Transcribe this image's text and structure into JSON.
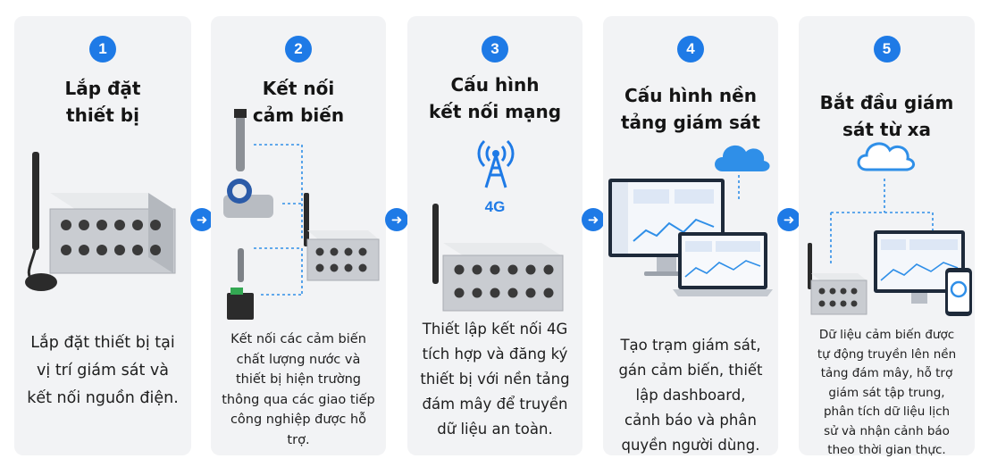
{
  "steps": [
    {
      "number": "1",
      "title": "Lắp đặt\nthiết bị",
      "desc": "Lắp đặt thiết bị tại\nvị trí giám sát và\nkết nối nguồn điện."
    },
    {
      "number": "2",
      "title": "Kết nối\ncảm biến",
      "desc": "Kết nối các cảm biến\nchất lượng nước và\nthiết bị hiện trường\nthông qua các giao tiếp\ncông nghiệp được hỗ\ntrợ."
    },
    {
      "number": "3",
      "title": "Cấu hình\nkết nối mạng",
      "desc": "Thiết lập kết nối 4G\ntích hợp và đăng ký\nthiết bị với nền tảng\nđám mây để truyền\ndữ liệu an toàn.",
      "signal_label": "4G"
    },
    {
      "number": "4",
      "title": "Cấu hình nền\ntảng giám sát",
      "desc": "Tạo trạm giám sát,\ngán cảm biến, thiết\nlập dashboard,\ncảnh báo và phân\nquyền người dùng."
    },
    {
      "number": "5",
      "title": "Bắt đầu giám\nsát từ xa",
      "desc": "Dữ liệu cảm biến được\ntự động truyền lên nền\ntảng đám mây, hỗ trợ\ngiám sát tập trung,\nphân tích dữ liệu lịch\nsử và nhận cảnh báo\ntheo thời gian thực."
    }
  ],
  "arrow_icon": "arrow-right-icon",
  "colors": {
    "accent": "#1e7ae6",
    "card": "#f2f3f5",
    "device": "#d5d8dc",
    "cloud": "#2f8fe8"
  }
}
